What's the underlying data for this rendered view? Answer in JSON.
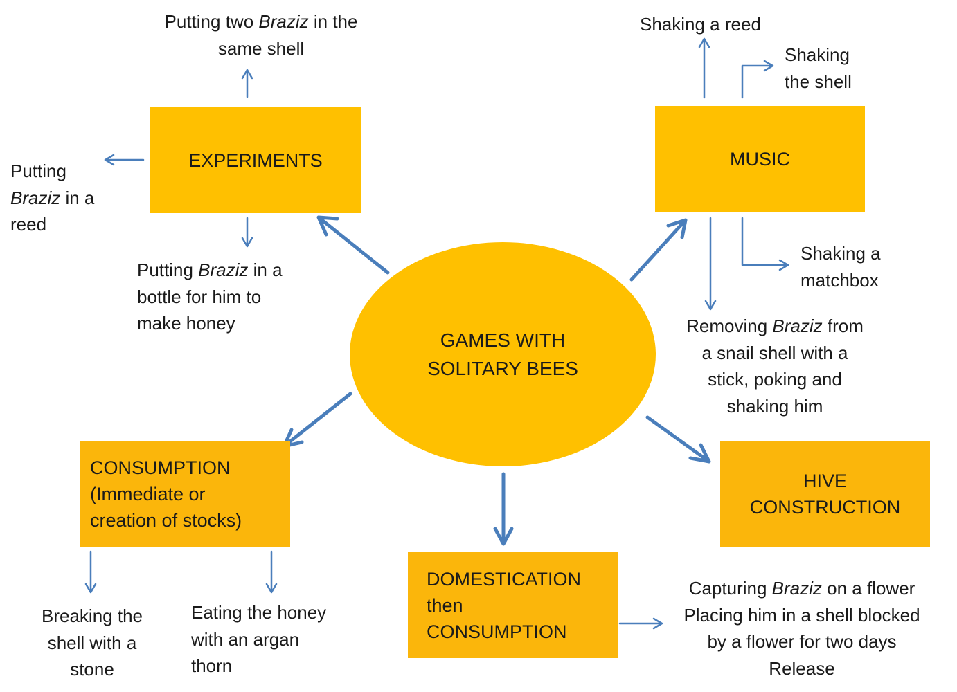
{
  "colors": {
    "box_fill": "#fbb60b",
    "center_fill": "#ffc000",
    "arrow": "#4a7ebb"
  },
  "center": {
    "lines": [
      "GAMES WITH",
      "SOLITARY BEES"
    ]
  },
  "boxes": {
    "experiments": {
      "lines": [
        "EXPERIMENTS"
      ]
    },
    "music": {
      "lines": [
        "MUSIC"
      ]
    },
    "consumption": {
      "lines": [
        "CONSUMPTION",
        "(Immediate or",
        "creation of stocks)"
      ]
    },
    "domestication": {
      "lines": [
        "DOMESTICATION",
        "then",
        "CONSUMPTION"
      ]
    },
    "hive": {
      "lines": [
        "HIVE",
        "CONSTRUCTION"
      ]
    }
  },
  "experiments_labels": {
    "top": {
      "l1_pre": "Putting two ",
      "l1_em": "Braziz",
      "l1_post": " in the",
      "l2": "same shell"
    },
    "left": {
      "l1": "Putting",
      "l2_em": "Braziz",
      "l2_post": " in a",
      "l3": "reed"
    },
    "bottom": {
      "l1_pre": "Putting ",
      "l1_em": "Braziz",
      "l1_post": " in a",
      "l2": "bottle for him to",
      "l3": "make honey"
    }
  },
  "music_labels": {
    "reed": "Shaking a reed",
    "shell": [
      "Shaking",
      "the shell"
    ],
    "matchbox": [
      "Shaking a",
      "matchbox"
    ],
    "removing": {
      "l1_pre": "Removing ",
      "l1_em": "Braziz",
      "l1_post": " from",
      "l2": "a snail shell with a",
      "l3": "stick, poking and",
      "l4": "shaking him"
    }
  },
  "consumption_labels": {
    "breaking": [
      "Breaking the",
      "shell with a",
      "stone"
    ],
    "eating": [
      "Eating the honey",
      "with an argan",
      "thorn"
    ]
  },
  "domestication_labels": {
    "l1_pre": "Capturing ",
    "l1_em": "Braziz",
    "l1_post": " on a flower",
    "l2": "Placing him in a shell blocked",
    "l3": "by a flower for two days",
    "l4": "Release"
  }
}
